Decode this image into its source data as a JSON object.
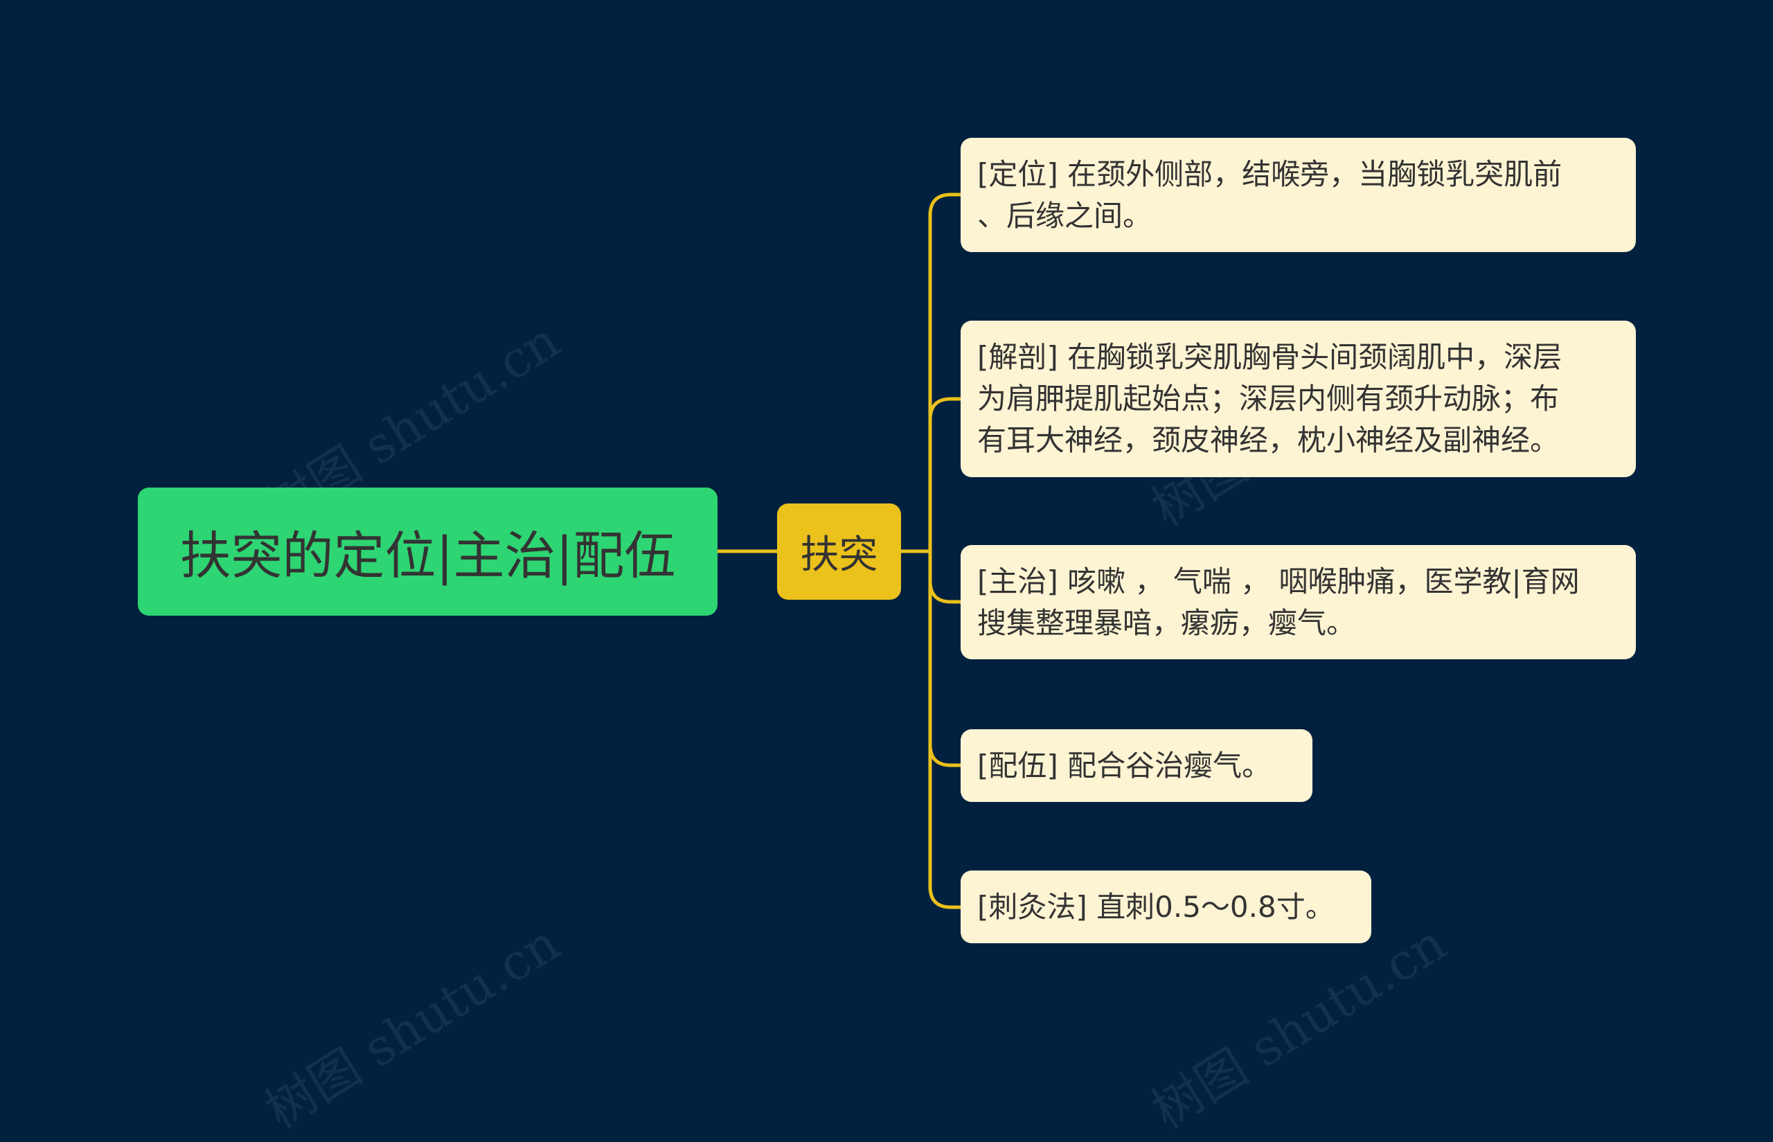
{
  "colors": {
    "background": "#02213f",
    "root_fill": "#2ed573",
    "hub_fill": "#ebc11b",
    "leaf_fill": "#fdf4d3",
    "connector": "#ebc11b",
    "text": "#333333"
  },
  "watermark": "树图 shutu.cn",
  "root": {
    "label": "扶突的定位|主治|配伍"
  },
  "hub": {
    "label": "扶突"
  },
  "leaves": [
    {
      "lines": [
        "[定位] 在颈外侧部，结喉旁，当胸锁乳突肌前",
        "、后缘之间。"
      ]
    },
    {
      "lines": [
        "[解剖] 在胸锁乳突肌胸骨头间颈阔肌中，深层",
        "为肩胛提肌起始点；深层内侧有颈升动脉；布",
        "有耳大神经，颈皮神经，枕小神经及副神经。"
      ]
    },
    {
      "lines": [
        "[主治] 咳嗽 ， 气喘 ， 咽喉肿痛，医学教|育网",
        "搜集整理暴喑，瘰疬，瘿气。"
      ]
    },
    {
      "lines": [
        "[配伍] 配合谷治瘿气。"
      ]
    },
    {
      "lines": [
        "[刺灸法] 直刺0.5～0.8寸。"
      ]
    }
  ]
}
